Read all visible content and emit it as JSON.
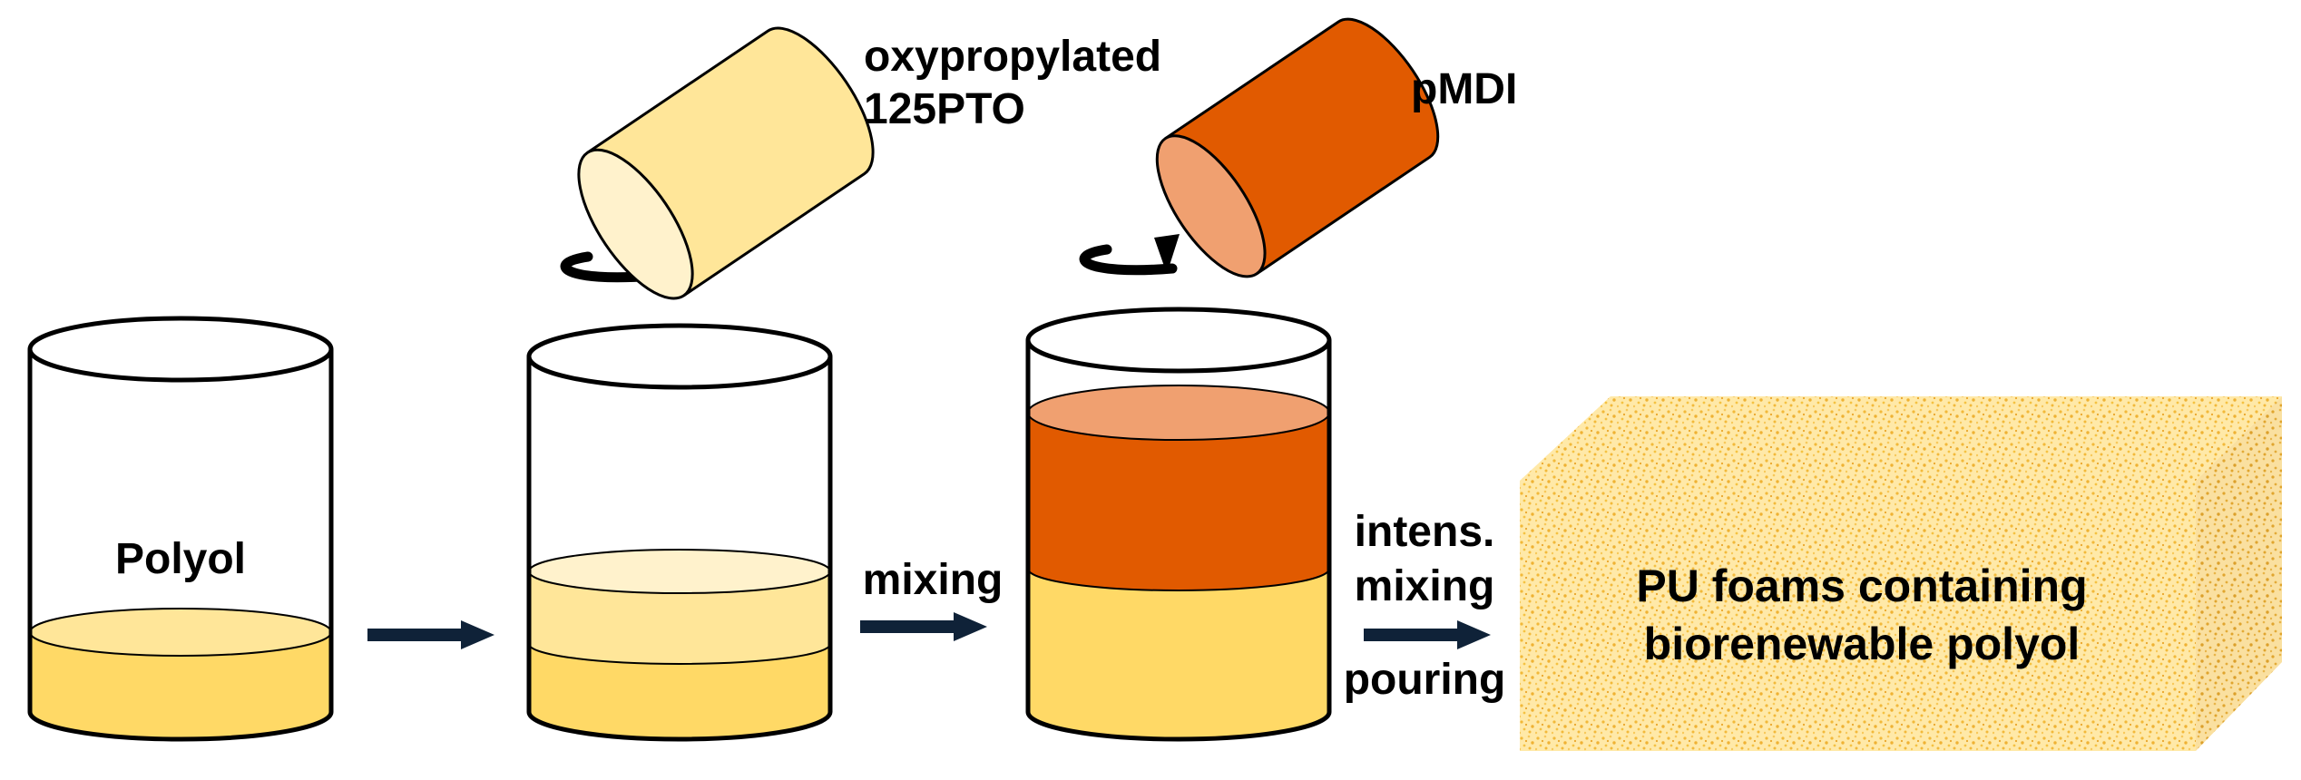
{
  "labels": {
    "polyol": "Polyol",
    "additive_line1": "oxypropylated",
    "additive_line2": "125PTO",
    "isocyanate": "pMDI",
    "mixing": "mixing",
    "intens_line1": "intens.",
    "intens_line2": "mixing",
    "pouring": "pouring",
    "foam_line1": "PU foams containing",
    "foam_line2": "biorenewable polyol"
  },
  "colors": {
    "polyol_liquid": "#FFD966",
    "polyol_surface": "#FFE699",
    "additive_liquid": "#FFE699",
    "additive_surface": "#FFF2CC",
    "pmdi_liquid": "#E15A00",
    "pmdi_surface": "#F0A070",
    "foam_base": "#FFE9A8",
    "foam_speckle": "#F5C242",
    "arrow": "#0F2238",
    "outline": "#000000"
  }
}
